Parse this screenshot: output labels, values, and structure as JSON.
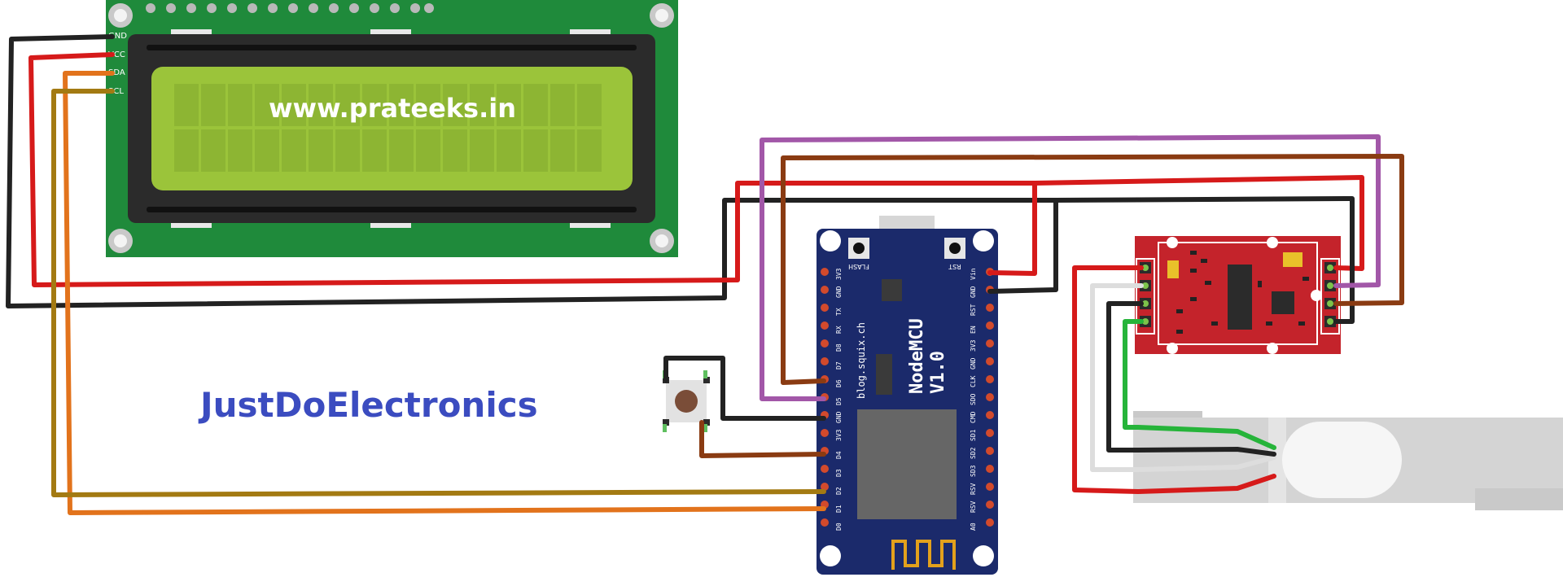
{
  "lcd": {
    "display_text": "www.prateeks.in",
    "pins": [
      "GND",
      "VCC",
      "SDA",
      "SCL"
    ]
  },
  "brand_text": "JustDoElectronics",
  "nodemcu": {
    "title": "NodeMCU",
    "version": "V1.0",
    "subtitle": "blog.squix.ch",
    "button_flash": "FLASH",
    "button_rst": "RST",
    "left_pins": [
      "3V3",
      "GND",
      "TX",
      "RX",
      "D8",
      "D7",
      "D6",
      "D5",
      "GND",
      "3V3",
      "D4",
      "D3",
      "D2",
      "D1",
      "D0"
    ],
    "right_pins": [
      "Vin",
      "GND",
      "RST",
      "EN",
      "3V3",
      "GND",
      "CLK",
      "SDO",
      "CMD",
      "SD1",
      "SD2",
      "SD3",
      "RSV",
      "RSV",
      "A0"
    ]
  },
  "colors": {
    "lcd_board": "#1f8a3b",
    "lcd_screen": "#9bc43a",
    "nodemcu_board": "#1b2a6b",
    "hx711_board": "#c4232b",
    "wire_red": "#d61a1a",
    "wire_black": "#222222",
    "wire_orange": "#e2731c",
    "wire_olive": "#a37a12",
    "wire_purple": "#a257a8",
    "wire_brown": "#8a3b12",
    "wire_green": "#26b43a",
    "wire_white": "#dddddd",
    "brand": "#3b4cc0"
  }
}
